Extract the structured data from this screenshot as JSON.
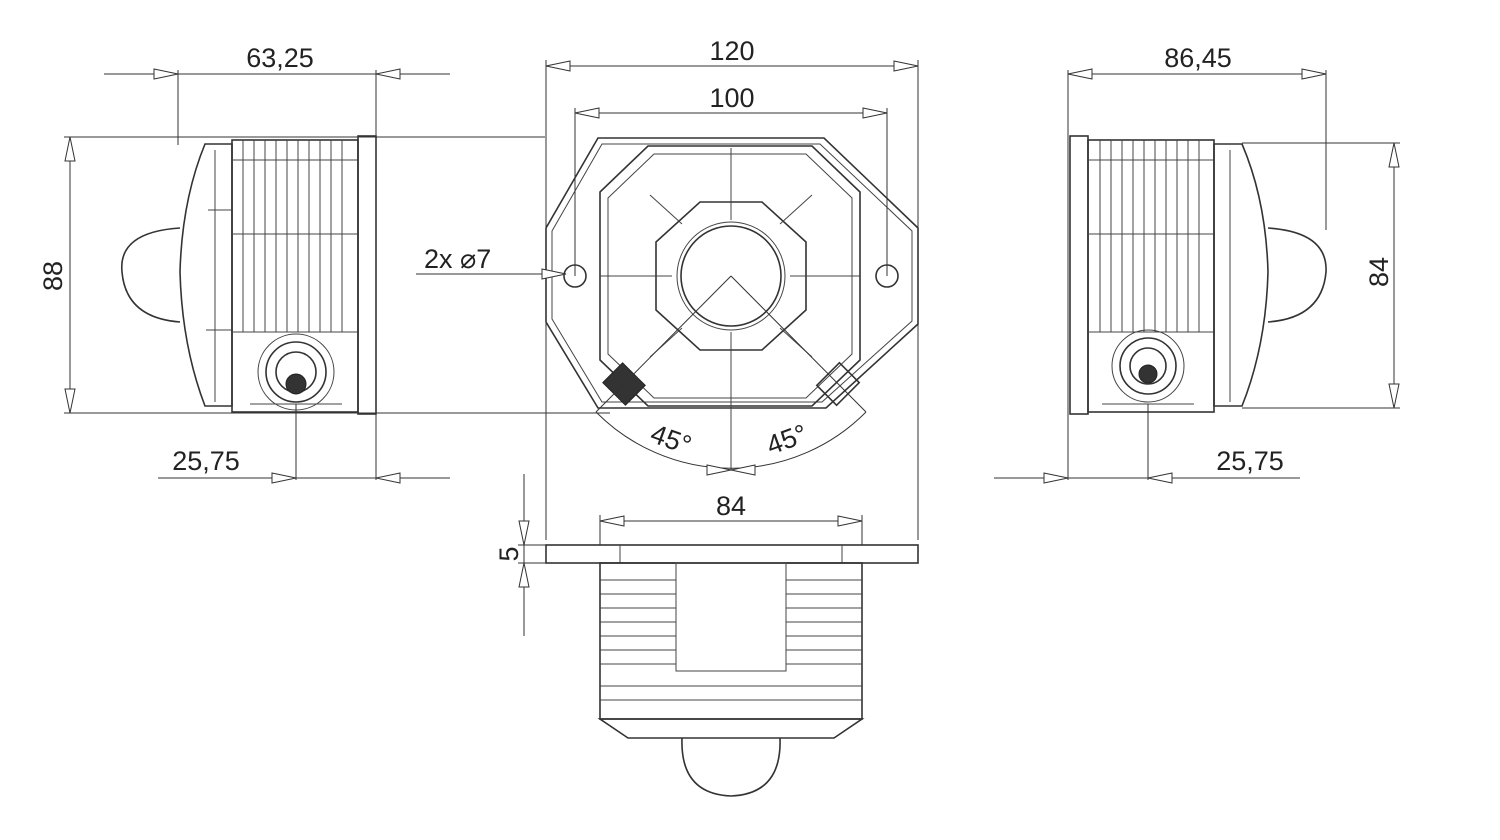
{
  "dimensions": {
    "left_top_width": "63,25",
    "left_height": "88",
    "left_connector_offset": "25,75",
    "front_overall_width": "120",
    "front_hole_spacing": "100",
    "front_holes": "2x ⌀7",
    "angle_left": "45°",
    "angle_right": "45°",
    "right_top_width": "86,45",
    "right_height": "84",
    "right_connector_offset": "25,75",
    "bottom_width": "84",
    "bottom_flange_thickness": "5"
  },
  "colors": {
    "line": "#333333",
    "background": "#ffffff"
  }
}
